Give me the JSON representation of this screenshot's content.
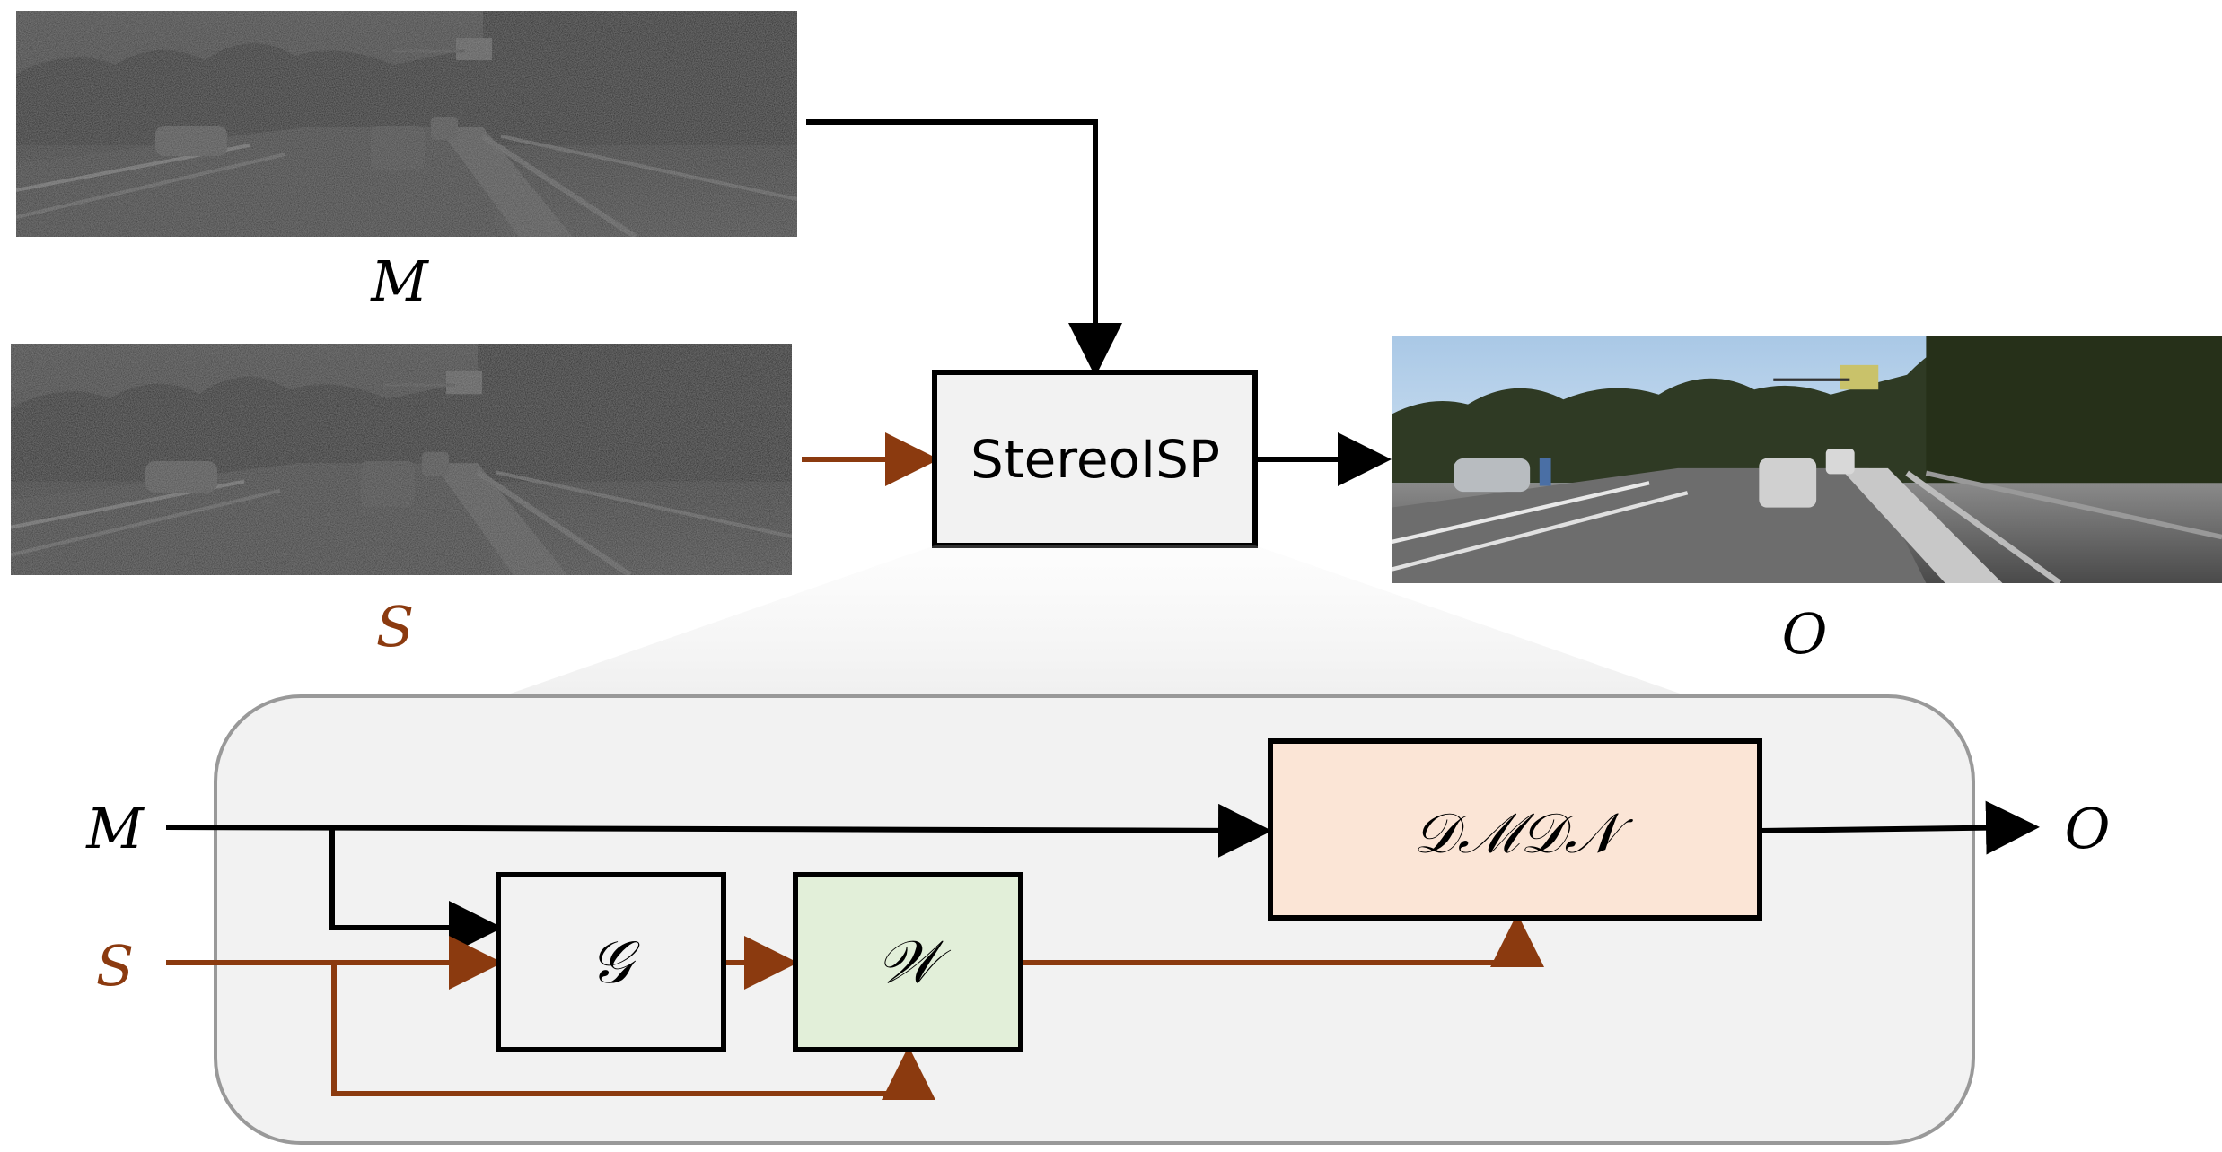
{
  "inputs": {
    "mono_label": "M",
    "stereo_label": "S",
    "output_label": "O"
  },
  "main_block": {
    "label": "StereoISP"
  },
  "detail": {
    "in_m": "M",
    "in_s": "S",
    "out_o": "O",
    "g_block": "𝒢",
    "w_block": "𝒲",
    "d_block": "𝒟ℳ𝒟𝒩"
  },
  "colors": {
    "stereo_arrow": "#8b3a0f",
    "black": "#000000",
    "panel_fill": "#f2f2f2",
    "panel_stroke": "#999999",
    "w_fill": "#e2efd9",
    "d_fill": "#fbe5d6",
    "box_fill": "#f2f2f2"
  },
  "images": {
    "mono": "noisy dark road scene",
    "stereo": "noisy dark road scene",
    "output": "bright processed road scene"
  }
}
